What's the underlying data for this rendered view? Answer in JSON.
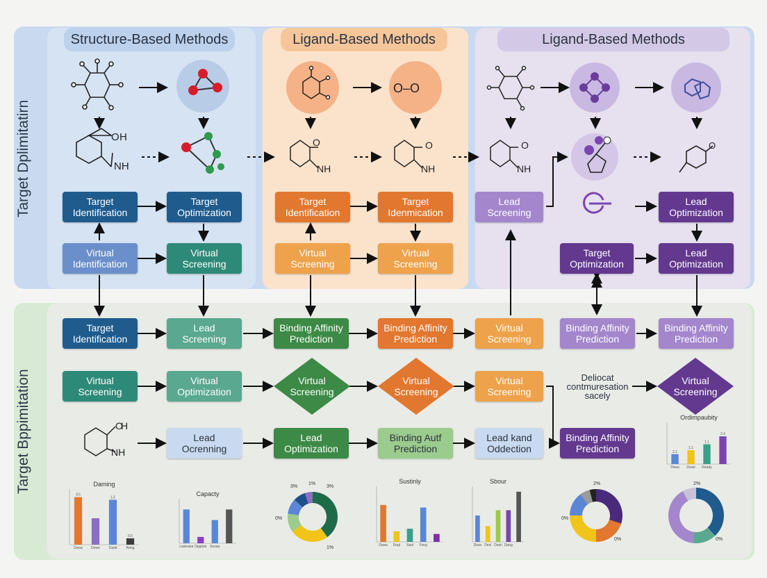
{
  "colors": {
    "dark_blue": "#1f5b8c",
    "teal": "#2e8a78",
    "light_teal": "#5aa88f",
    "blue_light": "#6b8fcb",
    "orange": "#e2772f",
    "orange_light": "#eda24b",
    "green": "#3c8a46",
    "light_green": "#9ccb8e",
    "light_blue": "#c9daf0",
    "purple": "#63388f",
    "lavender": "#a386cc"
  },
  "side_labels": {
    "top": "Target Dplimitatirn",
    "bottom": "Target Bppimitation"
  },
  "panels": {
    "structure_title": "Structure-Based Methods",
    "ligand_title": "Ligand-Based Methods",
    "ligand2_title": "Ligand-Based Methods"
  },
  "boxes": {
    "p1_target_identification": "Target\nIdentification",
    "p1_target_optimization": "Target\nOptimization",
    "p1_virtual_identification": "Virtual\nIdentification",
    "p1_virtual_screening": "Virtual\nScreening",
    "p2_target_identification": "Target\nIdentification",
    "p2_target_identification_b": "Target\nIdenmication",
    "p2_virtual_screening": "Virtual\nScreening",
    "p2_virtual_screening_b": "Virtual\nScreening",
    "p3_lead_screening": "Lead\nScreening",
    "p3_lead_optimization": "Lead\nOptimization",
    "p3_target_optimization": "Target\nOptimization",
    "p3_lead_optimization_b": "Lead\nOptimization",
    "r1_target_identification": "Target\nIdentification",
    "r1_lead_screening": "Lead\nScreening",
    "r1_binding_affinity": "Binding Affinity\nPrediction",
    "r1_binding_affinity_b": "Binding Affinity\nPrediction",
    "r1_virtual_screening": "Virtual\nScreening",
    "r1_binding_affinity_c": "Binding Affinity\nPrediction",
    "r1_binding_affinity_d": "Binding Affinity\nPrediction",
    "r2_virtual_screening": "Virtual\nScreening",
    "r2_virtual_optimization": "Virtual\nOptimization",
    "r2_diamond_1": "Virtual\nScreening",
    "r2_diamond_2": "Virtual\nScreening",
    "r2_virtual_screening_b": "Virtual\nScreening",
    "r2_note": "Deliocat\ncontmuresation\nsacely",
    "r2_diamond_3": "Virtual\nScreening",
    "r3_lead_ocrenning": "Lead\nOcrenning",
    "r3_lead_optimization": "Lead\nOptimization",
    "r3_binding_autf": "Binding Autf\nPrediction",
    "r3_lead_kand": "Lead kand\nOddection",
    "r3_binding_affinity": "Binding Affinity\nPrediction"
  },
  "mini_charts": {
    "c1": {
      "title": "Daming",
      "values": [
        0.9,
        0.5,
        0.85,
        0.12
      ],
      "labels": [
        "Dwsa",
        "Dewe",
        "Dasit",
        "Rang"
      ]
    },
    "c2": {
      "title": "Capacty",
      "values": [
        0.8,
        0.15,
        0.55,
        0.8
      ],
      "labels": [
        "Lasieasa",
        "Dpgtsia",
        "Sesaa",
        ""
      ]
    },
    "c3": {
      "title": "Sustinly",
      "values": [
        0.7,
        0.2,
        0.25,
        0.65,
        0.15
      ],
      "labels": [
        "Dwsa",
        "Dogl",
        "Saol",
        "Fsng"
      ]
    },
    "c4": {
      "title": "Sbour",
      "values": [
        0.5,
        0.3,
        0.6,
        0.6,
        0.95
      ],
      "labels": [
        "Dssa",
        "Desl",
        "Dash",
        "Dang"
      ]
    },
    "c5": {
      "title": "Ordimpaubity",
      "values": [
        0.25,
        0.35,
        0.5,
        0.7
      ],
      "labels": [
        "Dwsa",
        "Dssw",
        "Ready",
        ""
      ]
    }
  },
  "donuts": {
    "d1": {
      "labels": [
        "3%",
        "1%",
        "3%",
        "0%",
        "1%"
      ]
    },
    "d2": {
      "labels": [
        "2%",
        "0%",
        "0%"
      ]
    },
    "d3": {
      "labels": [
        "2%",
        "0%"
      ]
    }
  },
  "bar_value_labels": {
    "c1": [
      "3.5",
      "",
      "1.5",
      "0.5"
    ],
    "c5": [
      "2.1",
      "1.1",
      "1.1",
      "2.4"
    ]
  }
}
